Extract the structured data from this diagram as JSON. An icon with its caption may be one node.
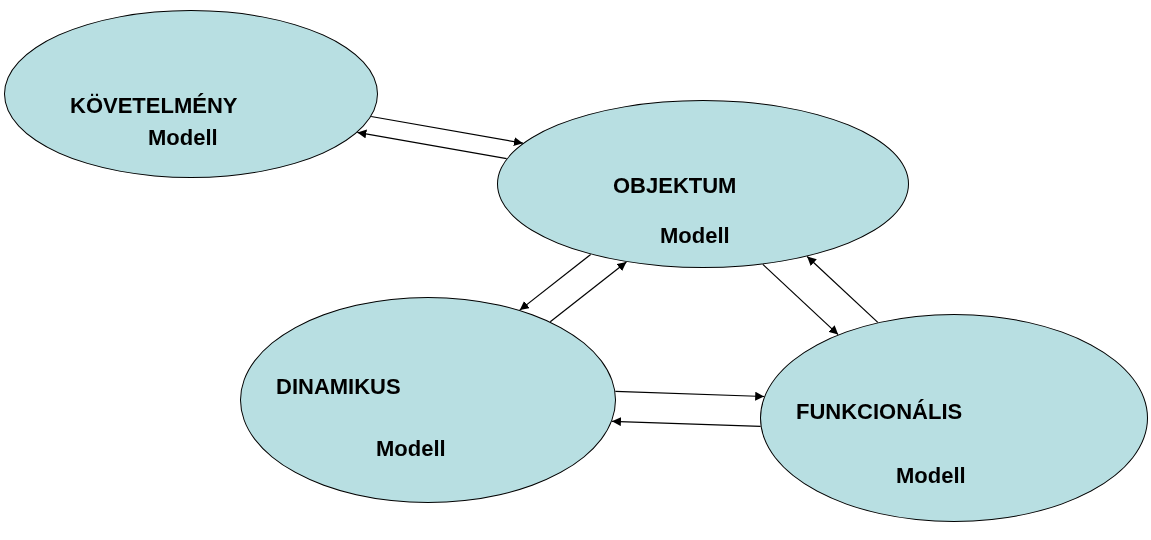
{
  "diagram": {
    "nodes": [
      {
        "text": [
          "KÖVETELMÉNY",
          "Modell"
        ]
      },
      {
        "text": [
          "OBJEKTUM",
          "Modell"
        ]
      },
      {
        "text": [
          "DINAMIKUS",
          "Modell"
        ]
      },
      {
        "text": [
          "FUNKCIONÁLIS",
          "Modell"
        ]
      }
    ],
    "edges": [
      {
        "from": 0,
        "to": 1,
        "arrow": "to"
      },
      {
        "from": 1,
        "to": 0,
        "arrow": "to"
      },
      {
        "from": 1,
        "to": 2,
        "arrow": "to"
      },
      {
        "from": 2,
        "to": 1,
        "arrow": "to"
      },
      {
        "from": 1,
        "to": 3,
        "arrow": "to"
      },
      {
        "from": 3,
        "to": 1,
        "arrow": "to"
      },
      {
        "from": 2,
        "to": 3,
        "arrow": "to"
      },
      {
        "from": 3,
        "to": 2,
        "arrow": "to"
      }
    ]
  }
}
